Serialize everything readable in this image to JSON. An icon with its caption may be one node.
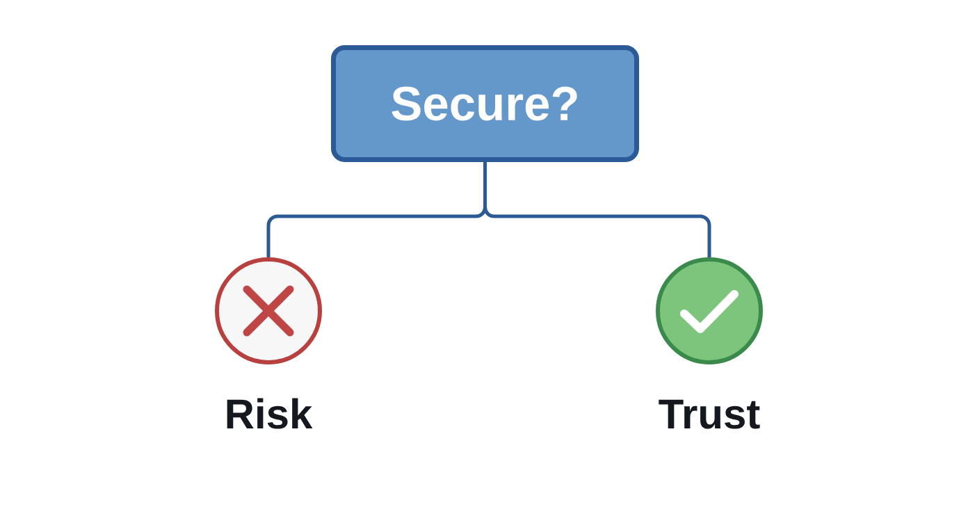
{
  "diagram": {
    "nodes": [
      {
        "text": [
          "Secure?"
        ]
      },
      {
        "text": [],
        "shape": "circle",
        "beside": [
          "Risk"
        ]
      },
      {
        "text": [],
        "shape": "circle",
        "beside": [
          "Trust"
        ]
      }
    ],
    "edges": [
      {
        "from": 0,
        "to": 1,
        "arrow": "none"
      },
      {
        "from": 0,
        "to": 2,
        "arrow": "none"
      }
    ]
  }
}
